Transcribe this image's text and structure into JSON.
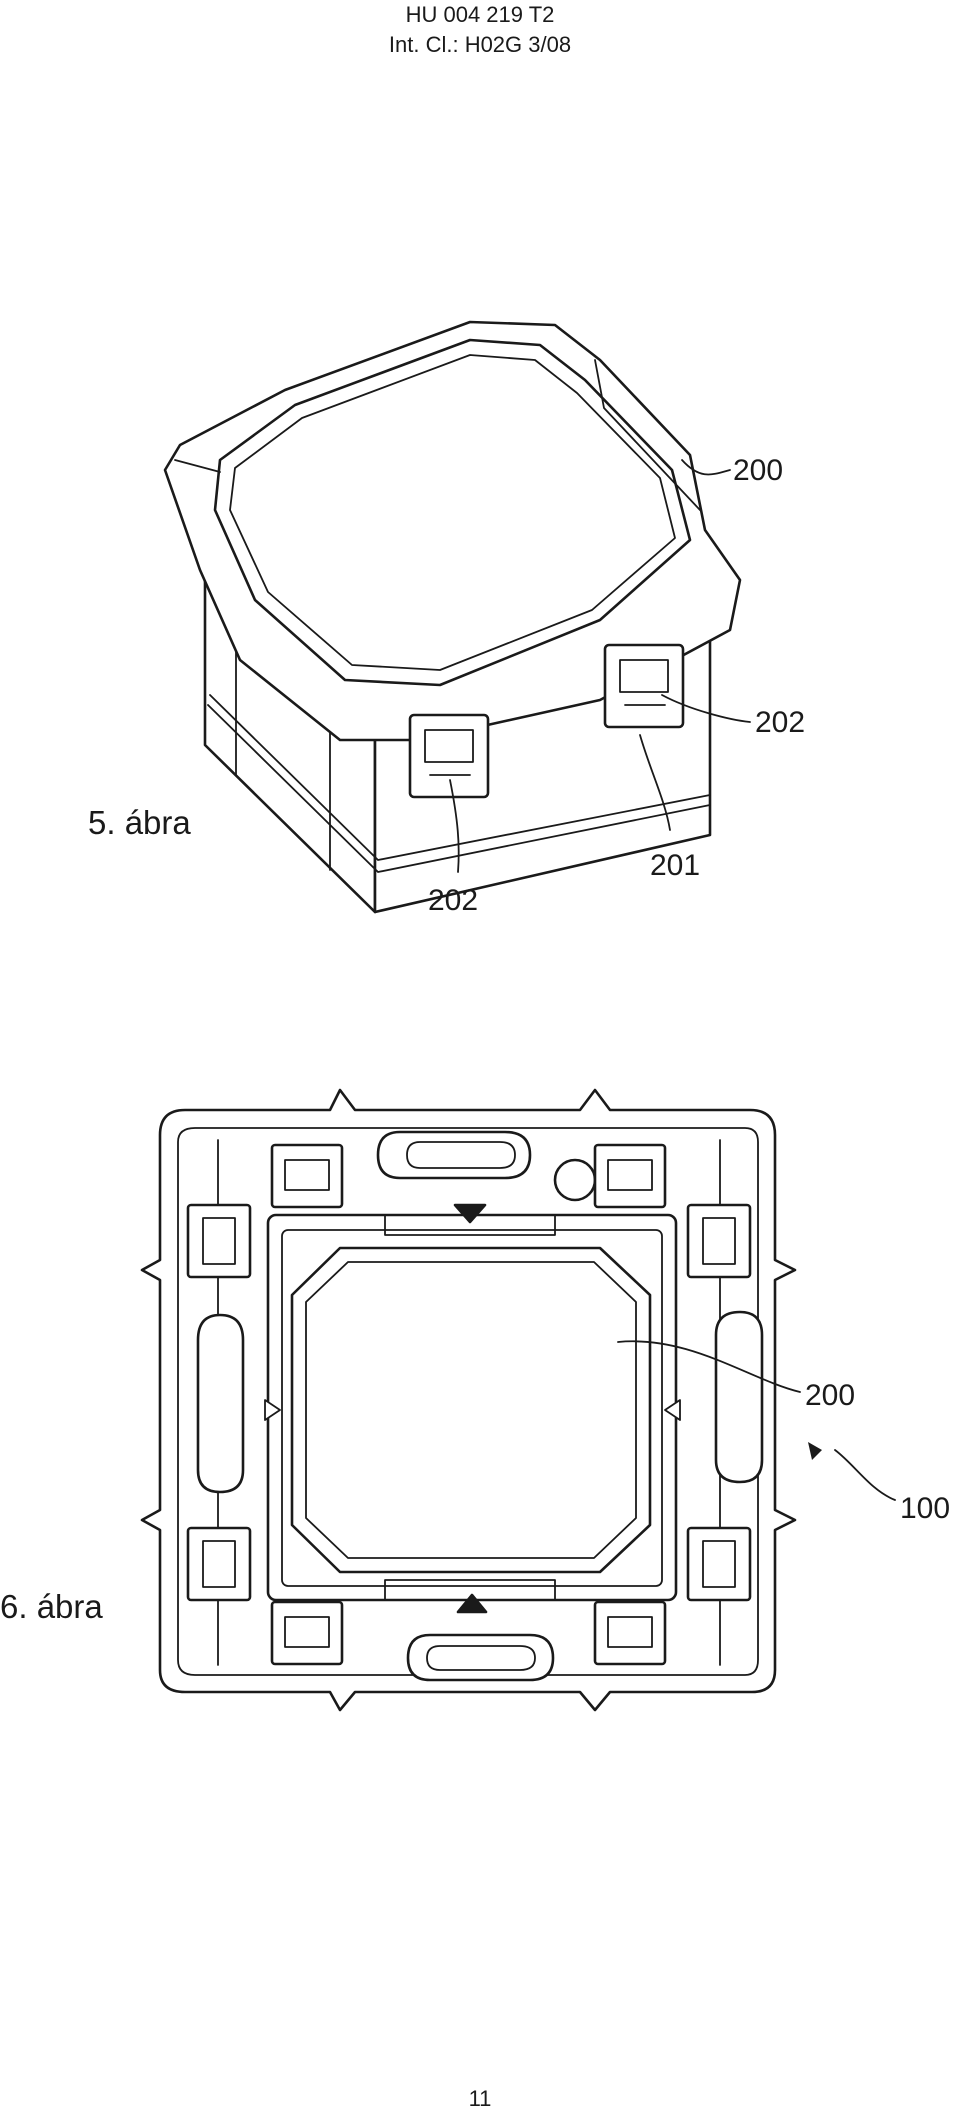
{
  "header": {
    "patent_number": "HU 004 219 T2",
    "classification": "Int. Cl.: H02G 3/08"
  },
  "figure5": {
    "label": "5. ábra",
    "refs": {
      "r200": "200",
      "r202a": "202",
      "r202b": "202",
      "r201": "201"
    }
  },
  "figure6": {
    "label": "6. ábra",
    "refs": {
      "r200": "200",
      "r100": "100"
    }
  },
  "page_number": "11"
}
